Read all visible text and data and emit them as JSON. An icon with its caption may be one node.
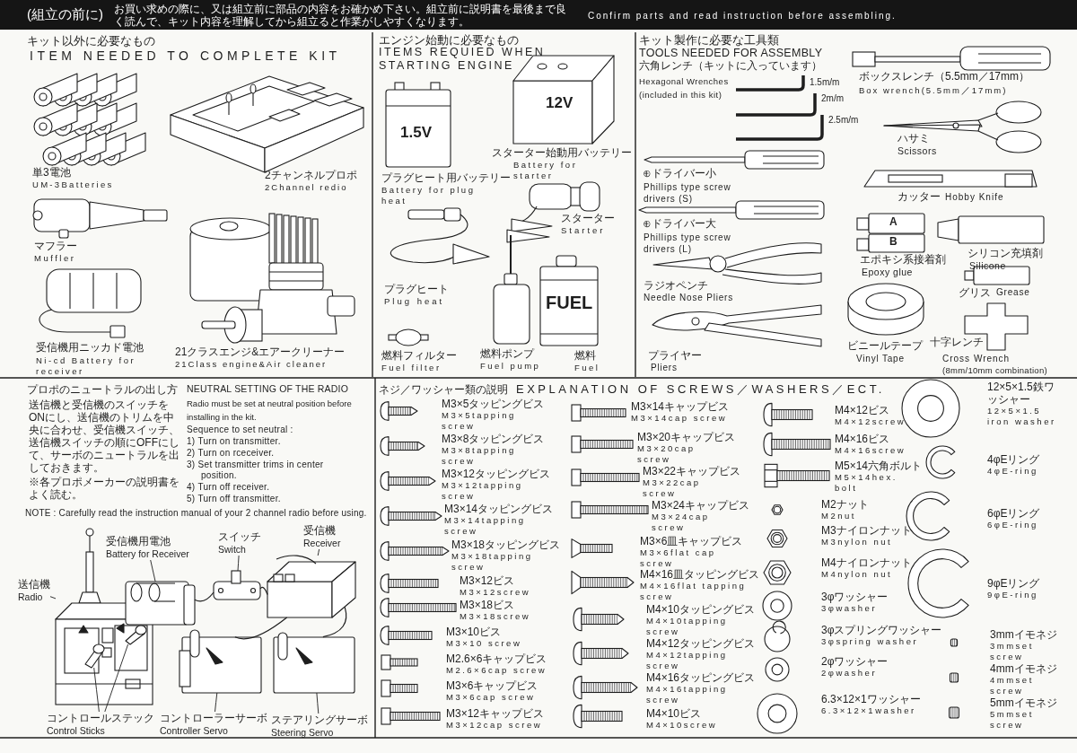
{
  "diagram": {
    "title": "(組立の前に)",
    "nodes": [
      {
        "text": [
          "送信機",
          "Radio"
        ]
      },
      {
        "text": [
          "受信機用電池",
          "Battery for Receiver"
        ]
      },
      {
        "text": [
          "スイッチ",
          "Switch"
        ]
      },
      {
        "text": [
          "受信機",
          "Receiver"
        ]
      },
      {
        "text": [
          "コントロールステック",
          "Control Sticks"
        ]
      },
      {
        "text": [
          "コントローラーサーボ",
          "Controller Servo"
        ]
      },
      {
        "text": [
          "ステアリングサーボ",
          "Steering Servo"
        ]
      },
      {
        "text": [],
        "shape": "picture"
      },
      {
        "text": [],
        "shape": "picture"
      },
      {
        "text": [],
        "shape": "picture"
      },
      {
        "text": [],
        "shape": "picture"
      },
      {
        "text": [],
        "shape": "picture",
        "in": 7
      },
      {
        "text": [],
        "shape": "picture",
        "in": 7
      },
      {
        "text": [],
        "shape": "picture"
      },
      {
        "text": [],
        "shape": "picture"
      }
    ],
    "edges": [
      {
        "from": 0,
        "to": 7,
        "arrow": "none"
      },
      {
        "from": 1,
        "to": 8,
        "arrow": "none"
      },
      {
        "from": 2,
        "to": 9,
        "arrow": "none"
      },
      {
        "from": 3,
        "to": 10,
        "arrow": "none"
      },
      {
        "from": 4,
        "to": 11,
        "arrow": "none"
      },
      {
        "from": 4,
        "to": 12,
        "arrow": "none"
      },
      {
        "from": 5,
        "to": 13,
        "arrow": "none"
      },
      {
        "from": 6,
        "to": 14,
        "arrow": "none"
      },
      {
        "from": 8,
        "to": 9,
        "arrow": "none"
      },
      {
        "from": 9,
        "to": 10,
        "arrow": "none"
      },
      {
        "from": 10,
        "to": 13,
        "arrow": "none"
      },
      {
        "from": 10,
        "to": 14,
        "arrow": "none"
      }
    ],
    "labels": [
      "お買い求めの際に、又は組立前に部品の内容をお確かめ下さい。組立前に説明書を最後まで良く読んで、キット内容を理解してから組立ると作業がしやすくなります。",
      "Confirm parts and read instruction before assembling.",
      "キット以外に必要なもの",
      "ITEM NEEDED TO COMPLETE KIT",
      "単3電池",
      "UM-3Batteries",
      "2チャンネルプロポ",
      "2Channel redio",
      "マフラー",
      "Muffler",
      "受信機用ニッカド電池",
      "Ni-cd Battery for receiver",
      "21クラスエンジ&エアークリーナー",
      "21Class engine&Air cleaner",
      "エンジン始動に必要なもの",
      "ITEMS REQUIED WHEN STARTING ENGINE",
      "12V",
      "1.5V",
      "スターター始動用バッテリー",
      "Battery for starter",
      "プラグヒート用バッテリー",
      "Battery for plug heat",
      "スターター",
      "Starter",
      "FUEL",
      "プラグヒート",
      "Plug heat",
      "燃料フィルター",
      "Fuel filter",
      "燃料ポンプ",
      "Fuel pump",
      "燃料",
      "Fuel",
      "キット製作に必要な工具類",
      "TOOLS NEEDED FOR ASSEMBLY",
      "六角レンチ（キットに入っています）",
      "Hexagonal Wrenches (included in this kit)",
      "1.5m/m",
      "2m/m",
      "2.5m/m",
      "ボックスレンチ（5.5mm／17mm）",
      "Box wrench(5.5mm／17mm)",
      "ハサミ",
      "Scissors",
      "⊕ドライバー小",
      "Phillips type screw drivers (S)",
      "カッター",
      "Hobby Knife",
      "⊕ドライバー大",
      "Phillips type screw drivers (L)",
      "A",
      "B",
      "エポキシ系接着剤",
      "Epoxy glue",
      "シリコン充填剤",
      "Silicone",
      "ラジオペンチ",
      "Needle Nose Pliers",
      "グリス",
      "Grease",
      "プライヤー",
      "ビニールテープ",
      "十字レンチ",
      "Pliers",
      "Vinyl Tape",
      "Cross Wrench",
      "(8mm/10mm combination)",
      "プロポのニュートラルの出し方",
      "NEUTRAL SETTING OF THE RADIO",
      "送信機と受信機のスイッチをONにし、送信機のトリムを中央に合わせ、受信機スイッチ、送信機スイッチの順にOFFにして、サーボのニュートラルを出しておきます。",
      "Radio must be set at neutral position before installing in the kit.",
      "Sequence to set neutral :",
      "1) Turn on transmitter.",
      "2) Turn on rceceiver.",
      "※各プロポメーカーの説明書をよく読む。",
      "3) Set transmitter trims in center position.",
      "4) Turn off receiver.",
      "5) Turn off transmitter.",
      "NOTE : Carefully read the instruction manual of your 2 channel radio before using.",
      "ネジ／ワッシャー類の説明",
      "EXPLANATION OF SCREWS／WASHERS／ECT.",
      "M3×5タッピングビス",
      "M3×5tapping screw",
      "M3×8タッピングビス",
      "M3×8tapping screw",
      "M3×12タッピングビス",
      "M3×12tapping screw",
      "M3×14タッピングビス",
      "M3×14tapping screw",
      "M3×18タッピングビス",
      "M3×18tapping screw",
      "M3×12ビス",
      "M3×12screw",
      "M3×18ビス",
      "M3×18screw",
      "M3×10ビス",
      "M3×10 screw",
      "M2.6×6キャップビス",
      "M2.6×6cap screw",
      "M3×6キャップビス",
      "M3×6cap screw",
      "M3×12キャップビス",
      "M3×12cap screw",
      "M3×14キャップビス",
      "M3×14cap screw",
      "M3×20キャップビス",
      "M3×20cap screw",
      "M3×22キャップビス",
      "M3×22cap screw",
      "M3×24キャップビス",
      "M3×24cap screw",
      "M3×6皿キャップビス",
      "M3×6flat cap screw",
      "M4×16皿タッピングビス",
      "M4×16flat tapping screw",
      "M4×10タッピングビス",
      "M4×10tapping screw",
      "M4×12タッピングビス",
      "M4×12tapping screw",
      "M4×16タッピングビス",
      "M4×16tapping screw",
      "M4×10ビス",
      "M4×10screw",
      "M4×12ビス",
      "M4×12screw",
      "M4×16ビス",
      "M4×16screw",
      "M5×14六角ボルト",
      "M5×14hex. bolt",
      "M2ナット",
      "M2nut",
      "M3ナイロンナット",
      "M3nylon nut",
      "M4ナイロンナット",
      "M4nylon nut",
      "3φワッシャー",
      "3φwasher",
      "3φスプリングワッシャー",
      "3φspring washer",
      "2φワッシャー",
      "2φwasher",
      "6.3×12×1ワッシャー",
      "6.3×12×1washer",
      "12×5×1.5鉄ワッシャー",
      "12×5×1.5 iron washer",
      "4φEリング",
      "4φE-ring",
      "6φEリング",
      "6φE-ring",
      "9φEリング",
      "9φE-ring",
      "3mmイモネジ",
      "3mmset screw",
      "4mmイモネジ",
      "4mmset screw",
      "5mmイモネジ",
      "5mmset screw"
    ]
  }
}
